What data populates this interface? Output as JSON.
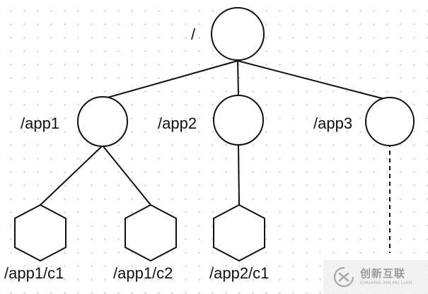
{
  "nodes": {
    "root": {
      "label": "/",
      "shape": "circle"
    },
    "app1": {
      "label": "/app1",
      "shape": "circle"
    },
    "app2": {
      "label": "/app2",
      "shape": "circle"
    },
    "app3": {
      "label": "/app3",
      "shape": "circle"
    },
    "app1_c1": {
      "label": "/app1/c1",
      "shape": "hexagon"
    },
    "app1_c2": {
      "label": "/app1/c2",
      "shape": "hexagon"
    },
    "app2_c1": {
      "label": "/app2/c1",
      "shape": "hexagon"
    }
  },
  "edges": [
    {
      "from": "root",
      "to": "app1",
      "style": "solid"
    },
    {
      "from": "root",
      "to": "app2",
      "style": "solid"
    },
    {
      "from": "root",
      "to": "app3",
      "style": "solid"
    },
    {
      "from": "app1",
      "to": "app1_c1",
      "style": "solid"
    },
    {
      "from": "app1",
      "to": "app1_c2",
      "style": "solid"
    },
    {
      "from": "app2",
      "to": "app2_c1",
      "style": "solid"
    },
    {
      "from": "app3",
      "to": "",
      "style": "dashed"
    }
  ],
  "watermark": {
    "text_cn": "创新互联",
    "text_en": "CHUANG XIN HU LIAN"
  },
  "colors": {
    "line": "#111111",
    "node_fill": "#ffffff",
    "grid_dot": "#c9c9c9",
    "watermark_text": "#9a9a9a"
  }
}
